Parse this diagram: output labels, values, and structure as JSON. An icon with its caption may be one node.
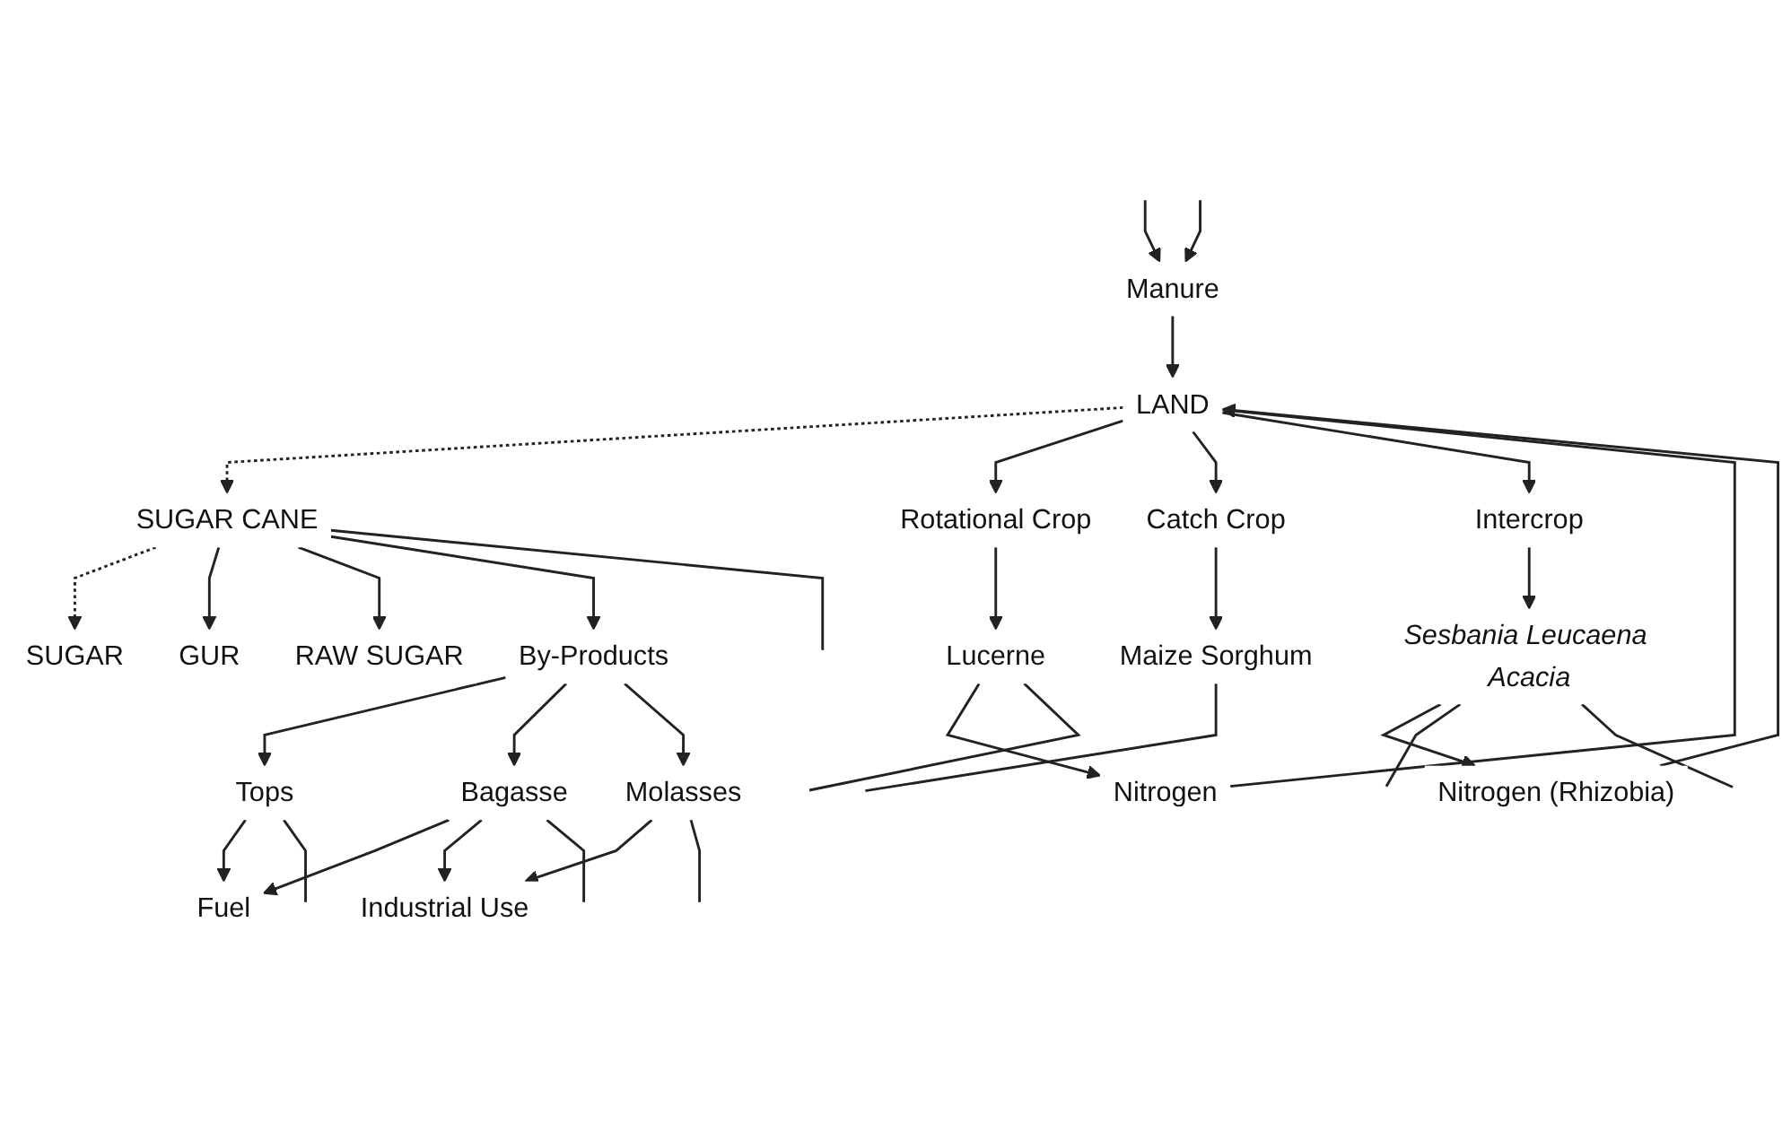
{
  "diagram": {
    "nodes": [
      {
        "text": [
          "LAND"
        ]
      },
      {
        "text": [
          "SUGAR CANE"
        ]
      },
      {
        "text": [
          "SUGAR"
        ]
      },
      {
        "text": [
          "Manure"
        ]
      },
      {
        "text": [
          "Rotational Crop"
        ]
      },
      {
        "text": [
          "Catch Crop"
        ]
      },
      {
        "text": [
          "Nitrogen (Rhizobia)"
        ]
      },
      {
        "text": [
          "Intercrop"
        ]
      },
      {
        "text": [
          "GUR"
        ]
      },
      {
        "text": [
          "Nitrogen"
        ]
      },
      {
        "text": [
          "By-Products"
        ]
      },
      {
        "text": [
          "RAW SUGAR"
        ]
      },
      {
        "text": [
          "Lucerne"
        ]
      },
      {
        "text": [
          "Maize Sorghum"
        ]
      },
      {
        "text": [
          "Sesbania Leucaena Acacia"
        ]
      },
      {
        "text": [
          "Tops"
        ]
      },
      {
        "text": [
          "Bagasse"
        ]
      },
      {
        "text": [
          "Molasses"
        ]
      },
      {
        "text": [
          "Fuel"
        ]
      },
      {
        "text": [
          "Industrial Use"
        ]
      }
    ],
    "edges": [
      {
        "from": 0,
        "to": 1,
        "arrow": "to",
        "style": "dashed"
      },
      {
        "from": 1,
        "to": 2,
        "arrow": "to",
        "style": "dashed"
      },
      {
        "from": 3,
        "to": 0,
        "arrow": "to"
      },
      {
        "from": 9,
        "to": 0,
        "arrow": "to"
      },
      {
        "from": 0,
        "to": 4,
        "arrow": "to"
      },
      {
        "from": 0,
        "to": 5,
        "arrow": "to"
      },
      {
        "from": 0,
        "to": 7,
        "arrow": "to"
      },
      {
        "from": 6,
        "to": 0,
        "arrow": "to"
      },
      {
        "from": 1,
        "to": 8,
        "arrow": "to"
      },
      {
        "from": 1,
        "to": 11,
        "arrow": "to"
      },
      {
        "from": 1,
        "to": 10,
        "arrow": "to"
      },
      {
        "from": 1,
        "to": null,
        "arrow": "none"
      },
      {
        "from": 4,
        "to": 12,
        "arrow": "to"
      },
      {
        "from": 5,
        "to": 13,
        "arrow": "to"
      },
      {
        "from": 7,
        "to": 14,
        "arrow": "to"
      },
      {
        "from": 14,
        "to": 6,
        "arrow": "to"
      },
      {
        "from": 12,
        "to": 9,
        "arrow": "to"
      },
      {
        "from": 10,
        "to": 15,
        "arrow": "to"
      },
      {
        "from": 10,
        "to": 16,
        "arrow": "to"
      },
      {
        "from": 10,
        "to": 17,
        "arrow": "to"
      },
      {
        "from": 15,
        "to": 18,
        "arrow": "to"
      },
      {
        "from": 16,
        "to": 18,
        "arrow": "to"
      },
      {
        "from": 16,
        "to": 19,
        "arrow": "to"
      },
      {
        "from": 17,
        "to": 19,
        "arrow": "to"
      },
      {
        "from": 12,
        "to": null,
        "arrow": "none"
      },
      {
        "from": 13,
        "to": null,
        "arrow": "none"
      },
      {
        "from": 14,
        "to": null,
        "arrow": "none"
      },
      {
        "from": 14,
        "to": null,
        "arrow": "none"
      },
      {
        "from": 15,
        "to": null,
        "arrow": "none"
      },
      {
        "from": 16,
        "to": null,
        "arrow": "none"
      },
      {
        "from": 17,
        "to": null,
        "arrow": "none"
      },
      {
        "from": null,
        "to": 3,
        "arrow": "to"
      },
      {
        "from": null,
        "to": 3,
        "arrow": "to"
      }
    ]
  }
}
